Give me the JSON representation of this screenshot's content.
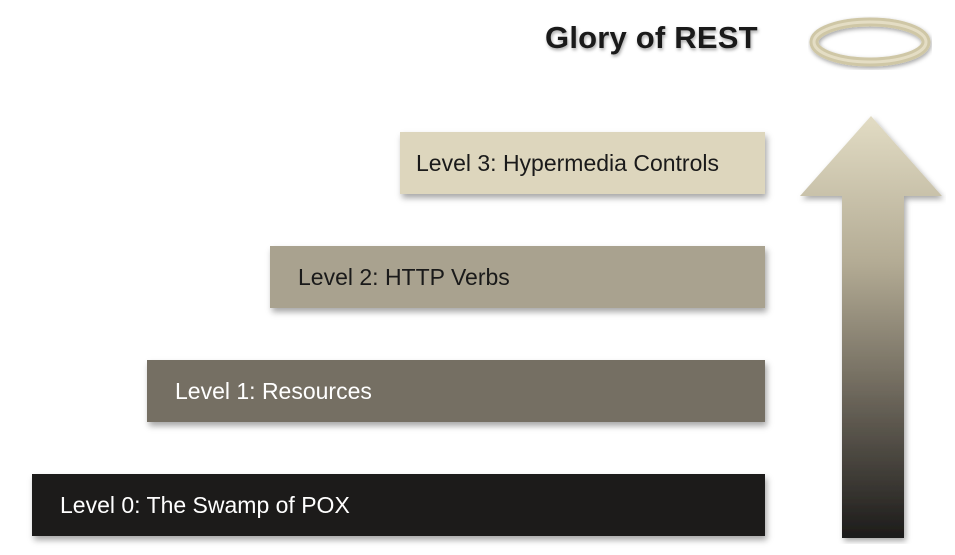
{
  "title": "Glory of REST",
  "levels": [
    {
      "label": "Level 0: The Swamp of POX",
      "color": "#1c1b1a"
    },
    {
      "label": "Level 1: Resources",
      "color": "#756f63"
    },
    {
      "label": "Level 2: HTTP Verbs",
      "color": "#a9a28f"
    },
    {
      "label": "Level 3: Hypermedia Controls",
      "color": "#ddd6bd"
    }
  ],
  "arrow_gradient": {
    "top": "#e2dcc4",
    "bottom": "#1c1b1a"
  },
  "halo_color": "#cfc7a6",
  "icons": {
    "halo": "halo-icon",
    "arrow": "up-arrow-icon"
  }
}
